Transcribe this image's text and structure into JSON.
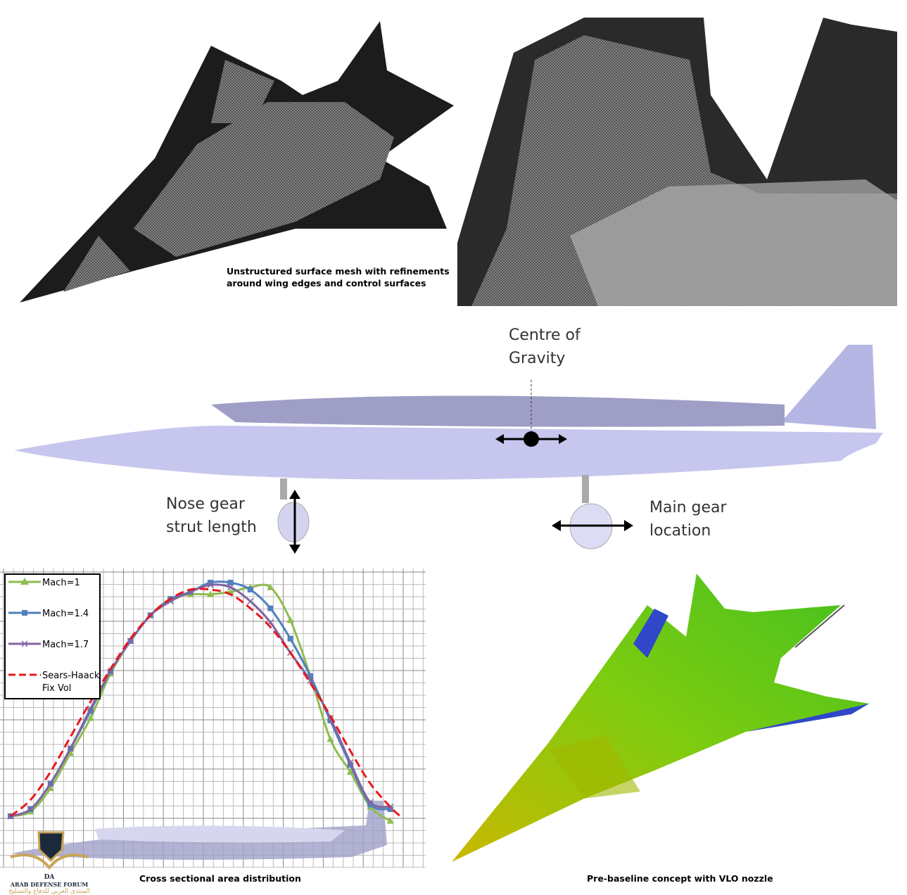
{
  "mesh_panel": {
    "caption": "Unstructured surface mesh with refinements around wing edges and control surfaces"
  },
  "side_view": {
    "cg_label": "Centre of Gravity",
    "nose_gear_label": "Nose gear strut length",
    "main_gear_label": "Main gear location"
  },
  "area_chart": {
    "caption": "Cross sectional area distribution"
  },
  "concept_panel": {
    "caption": "Pre-baseline concept with VLO nozzle"
  },
  "watermark": {
    "logo": "DA",
    "name": "ARAB DEFENSE FORUM",
    "arabic": "المنتدى العربي للدفاع والتسليح"
  },
  "colors": {
    "mach1": "#8fbc4f",
    "mach14": "#4f81bd",
    "mach17": "#8064a2",
    "sears_haack": "#e8191d",
    "aircraft_side": "#c3c3ea",
    "concept_green": "#66cc11"
  },
  "chart_data": {
    "type": "line",
    "title": "Cross sectional area distribution",
    "xlabel": "",
    "ylabel": "",
    "grid": true,
    "legend_position": "top-left",
    "xlim": [
      0,
      20
    ],
    "ylim": [
      -0.2,
      1.0
    ],
    "x": [
      0,
      1,
      2,
      3,
      4,
      5,
      6,
      7,
      8,
      9,
      10,
      11,
      12,
      13,
      14,
      15,
      16,
      17,
      18,
      19
    ],
    "series": [
      {
        "name": "Mach=1",
        "marker": "triangle",
        "values": [
          0,
          0.02,
          0.12,
          0.27,
          0.42,
          0.61,
          0.75,
          0.86,
          0.93,
          0.95,
          0.95,
          0.96,
          0.98,
          0.98,
          0.84,
          0.6,
          0.33,
          0.19,
          0.04,
          -0.02
        ]
      },
      {
        "name": "Mach=1.4",
        "marker": "square",
        "values": [
          0,
          0.03,
          0.14,
          0.29,
          0.45,
          0.62,
          0.75,
          0.86,
          0.93,
          0.96,
          1.0,
          1.0,
          0.97,
          0.89,
          0.76,
          0.6,
          0.41,
          0.22,
          0.05,
          0.03
        ]
      },
      {
        "name": "Mach=1.7",
        "marker": "x",
        "values": [
          0,
          0.03,
          0.14,
          0.29,
          0.46,
          0.62,
          0.75,
          0.86,
          0.92,
          0.96,
          0.99,
          0.98,
          0.92,
          0.83,
          0.7,
          0.58,
          0.42,
          0.23,
          0.06,
          0.04
        ]
      },
      {
        "name": "Sears-Haack Fix Vol",
        "marker": "none",
        "dashed": true,
        "x": [
          0,
          1,
          2,
          3,
          4,
          5,
          6,
          7,
          8,
          9,
          10,
          11,
          12,
          13,
          14,
          15,
          16,
          17,
          18,
          19,
          19.5
        ],
        "values": [
          0,
          0.07,
          0.19,
          0.34,
          0.49,
          0.63,
          0.76,
          0.86,
          0.93,
          0.97,
          0.97,
          0.95,
          0.89,
          0.81,
          0.7,
          0.57,
          0.43,
          0.28,
          0.14,
          0.04,
          0
        ]
      }
    ]
  }
}
